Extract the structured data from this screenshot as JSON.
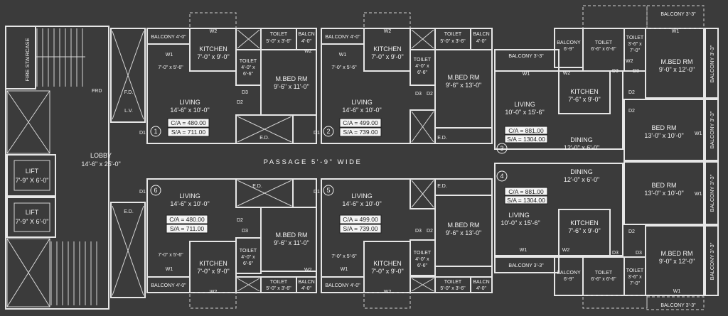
{
  "labels": {
    "fire_staircase": "FIRE STAIRCASE",
    "lobby": "LOBBY",
    "lobby_dim": "14'-6\" x 25'-0\"",
    "lift": "LIFT",
    "lift_dim": "7'-9\" X 6'-0\"",
    "passage": "PASSAGE  5'-9\"  WIDE",
    "frd": "FRD",
    "fd": "F.D.",
    "lv": "L.V.",
    "ed": "E.D.",
    "living": "LIVING",
    "kitchen": "KITCHEN",
    "toilet": "TOILET",
    "balcn": "BALCN",
    "balcony": "BALCONY",
    "mbed": "M.BED RM",
    "bed": "BED RM",
    "dining": "DINING",
    "d1": "D1",
    "d2": "D2",
    "d3": "D3",
    "w1": "W1",
    "w2": "W2"
  },
  "dims": {
    "living_14_6": "14'-6\" x 10'-0\"",
    "living_10_0": "10'-0\" x 15'-6\"",
    "kitchen_7_9": "7'-0\" x 9'-0\"",
    "kitchen_7_6": "7'-6\" x 9'-0\"",
    "toilet_4_0": "4'-0\" x",
    "toilet_4_0b": "6'-6\"",
    "toilet_5_0": "5'-0\" x 3'-6\"",
    "toilet_6_6": "6'-6\" x 6'-6\"",
    "toilet_3_6": "3'-6\" x",
    "toilet_3_6b": "7'-0\"",
    "balcn_4_0": "4'-0\"",
    "balcony_4_0": "BALCONY 4'-0\"",
    "balcony_3_3": "BALCONY 3'-3\"",
    "balcony_3_3_v": "BALCONY 3'-3\"",
    "balcony_6_9": "6'-9\"",
    "mbed_9_6_11": "9'-6\" x 11'-0\"",
    "mbed_9_6_13": "9'-6\" x 13'-0\"",
    "mbed_9_0_12": "9'-0\" x 12'-0\"",
    "bed_13": "13'-0\" x 10'-0\"",
    "dining_12": "12'-0\" x 6'-0\"",
    "small_7_5": "7'-0\" x 5'-6\""
  },
  "units": [
    {
      "no": "1",
      "ca": "C/A = 480.00",
      "sa": "S/A = 711.00"
    },
    {
      "no": "2",
      "ca": "C/A = 499.00",
      "sa": "S/A = 739.00"
    },
    {
      "no": "3",
      "ca": "C/A = 881.00",
      "sa": "S/A = 1304.00"
    },
    {
      "no": "4",
      "ca": "C/A = 881.00",
      "sa": "S/A = 1304.00"
    },
    {
      "no": "5",
      "ca": "C/A = 499.00",
      "sa": "S/A = 739.00"
    },
    {
      "no": "6",
      "ca": "C/A = 480.00",
      "sa": "S/A = 711.00"
    }
  ],
  "colors": {
    "background": "#3b3b3b",
    "lines": "#e6e6e6",
    "area_box": "#f4f4f4"
  }
}
